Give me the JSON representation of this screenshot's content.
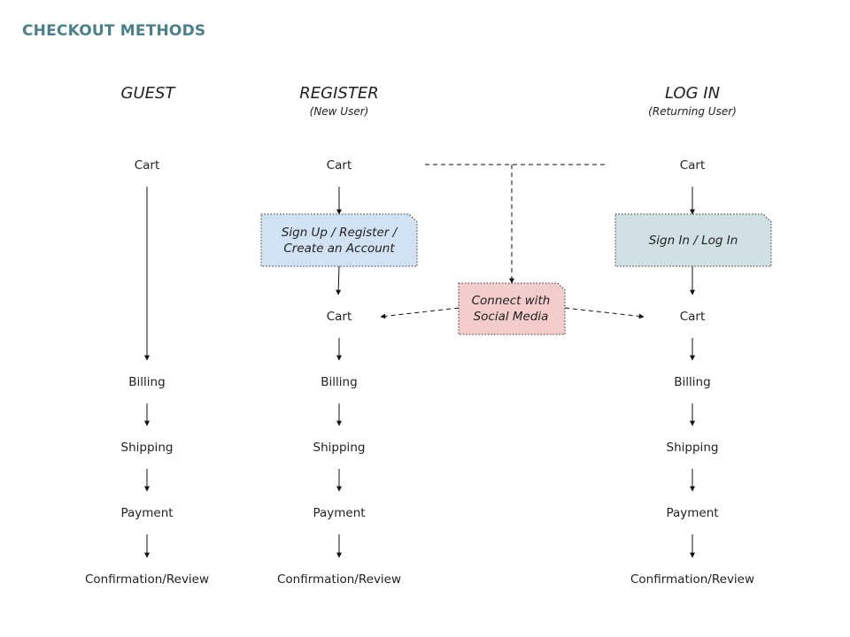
{
  "title": "CHECKOUT METHODS",
  "colors": {
    "title": "#4a7f8c",
    "register_box": "#d0e2f3",
    "social_box": "#f3cccc",
    "login_box": "#d1e0e2",
    "line": "#111111"
  },
  "columns": [
    {
      "heading": "GUEST",
      "subheading": "",
      "steps": [
        "Cart",
        "Billing",
        "Shipping",
        "Payment",
        "Confirmation/Review"
      ]
    },
    {
      "heading": "REGISTER",
      "subheading": "(New User)",
      "action_box": "Sign Up / Register / Create an Account",
      "steps": [
        "Cart",
        "Cart",
        "Billing",
        "Shipping",
        "Payment",
        "Confirmation/Review"
      ]
    },
    {
      "heading": "LOG IN",
      "subheading": "(Returning User)",
      "action_box": "Sign In / Log In",
      "steps": [
        "Cart",
        "Cart",
        "Billing",
        "Shipping",
        "Payment",
        "Confirmation/Review"
      ]
    }
  ],
  "social_box": "Connect with Social Media"
}
